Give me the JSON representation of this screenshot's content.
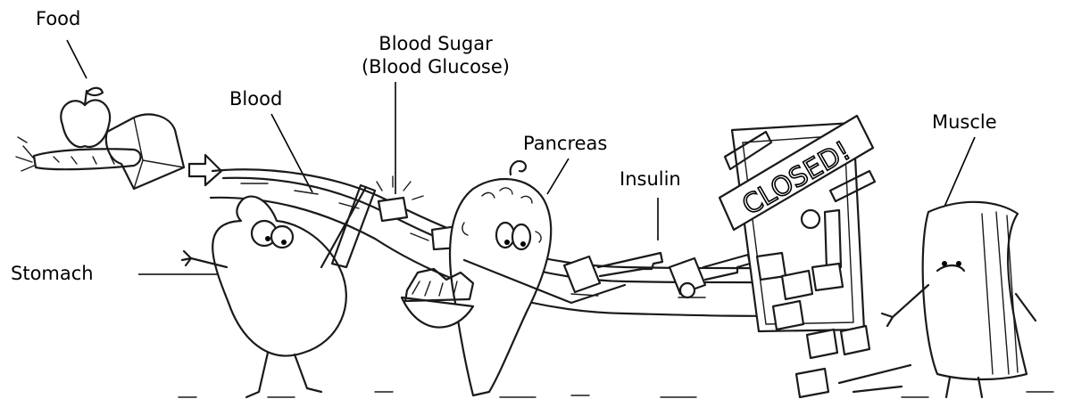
{
  "labels": {
    "food": "Food",
    "blood": "Blood",
    "blood_sugar_line1": "Blood Sugar",
    "blood_sugar_line2": "(Blood Glucose)",
    "pancreas": "Pancreas",
    "insulin": "Insulin",
    "muscle": "Muscle",
    "stomach": "Stomach"
  },
  "sign_text": "CLOSED!"
}
